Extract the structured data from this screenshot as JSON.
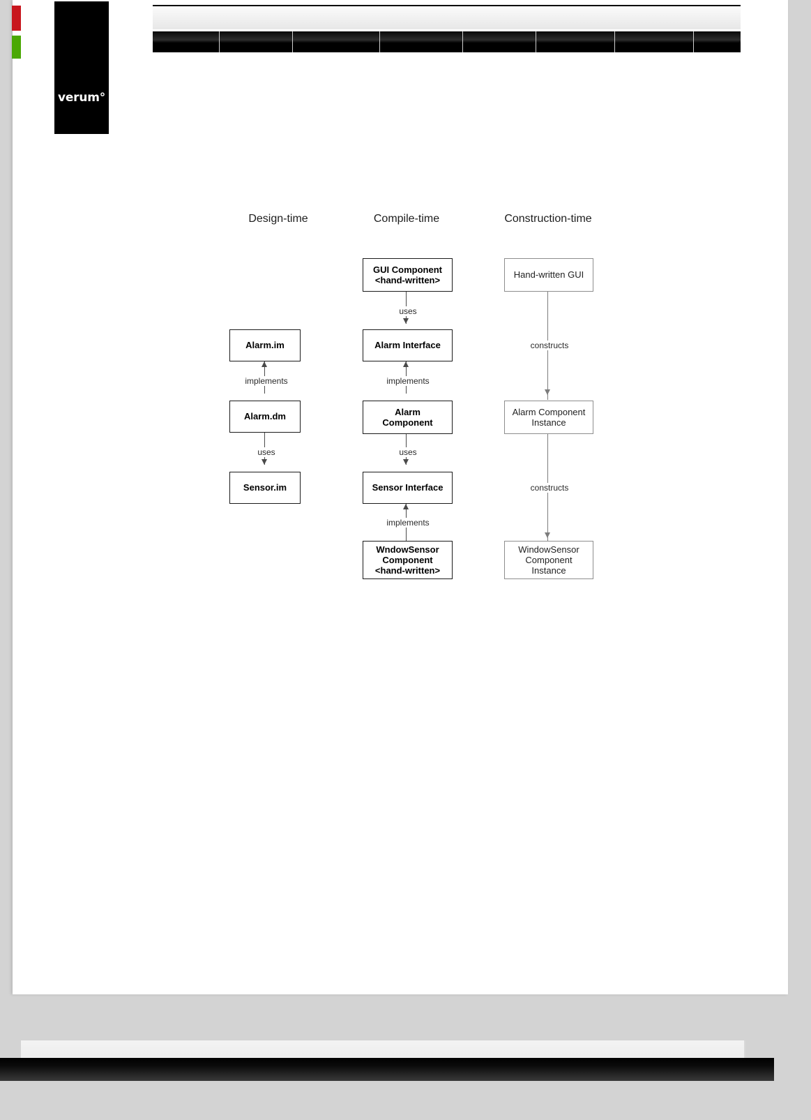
{
  "page": {
    "background_color": "#d3d3d3",
    "sheet_color": "#ffffff"
  },
  "branding": {
    "logo_text": "verum°",
    "chip_red_color": "#c8161d",
    "chip_green_color": "#4aa803"
  },
  "header": {
    "banner_label": "",
    "nav_items": [
      {
        "label": ""
      },
      {
        "label": ""
      },
      {
        "label": ""
      },
      {
        "label": ""
      },
      {
        "label": ""
      },
      {
        "label": ""
      },
      {
        "label": ""
      },
      {
        "label": ""
      }
    ]
  },
  "diagram": {
    "columns": [
      {
        "heading": "Design-time"
      },
      {
        "heading": "Compile-time"
      },
      {
        "heading": "Construction-time"
      }
    ],
    "design_time": {
      "nodes": [
        {
          "label": "Alarm.im"
        },
        {
          "label": "Alarm.dm"
        },
        {
          "label": "Sensor.im"
        }
      ],
      "edges": [
        {
          "label": "implements"
        },
        {
          "label": "uses"
        }
      ]
    },
    "compile_time": {
      "nodes": [
        {
          "line1": "GUI Component",
          "line2": "<hand-written>"
        },
        {
          "line1": "Alarm Interface",
          "line2": ""
        },
        {
          "line1": "Alarm",
          "line2": "Component"
        },
        {
          "line1": "Sensor Interface",
          "line2": ""
        },
        {
          "line1": "WndowSensor",
          "line2": "Component",
          "line3": "<hand-written>"
        }
      ],
      "edges": [
        {
          "label": "uses"
        },
        {
          "label": "implements"
        },
        {
          "label": "uses"
        },
        {
          "label": "implements"
        }
      ]
    },
    "construction_time": {
      "nodes": [
        {
          "line1": "Hand-written GUI",
          "line2": ""
        },
        {
          "line1": "Alarm Component",
          "line2": "Instance"
        },
        {
          "line1": "WindowSensor",
          "line2": "Component",
          "line3": "Instance"
        }
      ],
      "edges": [
        {
          "label": "constructs"
        },
        {
          "label": "constructs"
        }
      ]
    }
  },
  "footer": {
    "light_strip_label": "",
    "dark_strip_label": ""
  }
}
